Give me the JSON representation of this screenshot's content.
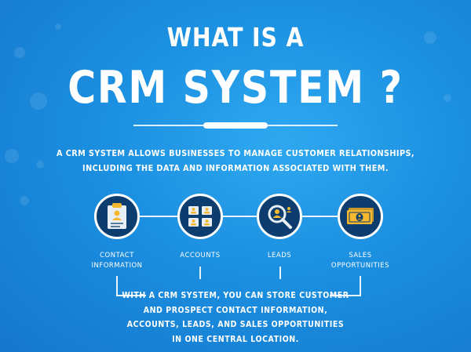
{
  "title": {
    "line1": "WHAT IS A",
    "line2": "CRM SYSTEM ?"
  },
  "description": {
    "line1": "A CRM SYSTEM ALLOWS BUSINESSES TO MANAGE CUSTOMER RELATIONSHIPS,",
    "line2": "INCLUDING THE DATA AND INFORMATION ASSOCIATED WITH THEM."
  },
  "nodes": [
    {
      "label_line1": "CONTACT",
      "label_line2": "INFORMATION",
      "icon": "clipboard-icon"
    },
    {
      "label_line1": "ACCOUNTS",
      "label_line2": "",
      "icon": "accounts-grid-icon"
    },
    {
      "label_line1": "LEADS",
      "label_line2": "",
      "icon": "magnifier-person-icon"
    },
    {
      "label_line1": "SALES",
      "label_line2": "OPPORTUNITIES",
      "icon": "money-bill-icon"
    }
  ],
  "summary": {
    "line1": "WITH A CRM SYSTEM, YOU CAN STORE CUSTOMER",
    "line2": "AND PROSPECT CONTACT INFORMATION,",
    "line3": "ACCOUNTS, LEADS, AND SALES OPPORTUNITIES",
    "line4": "IN ONE CENTRAL LOCATION."
  },
  "colors": {
    "background": "#1b8fe0",
    "node_fill": "#0d3d6e",
    "accent": "#f5b82e",
    "text": "#ffffff"
  }
}
